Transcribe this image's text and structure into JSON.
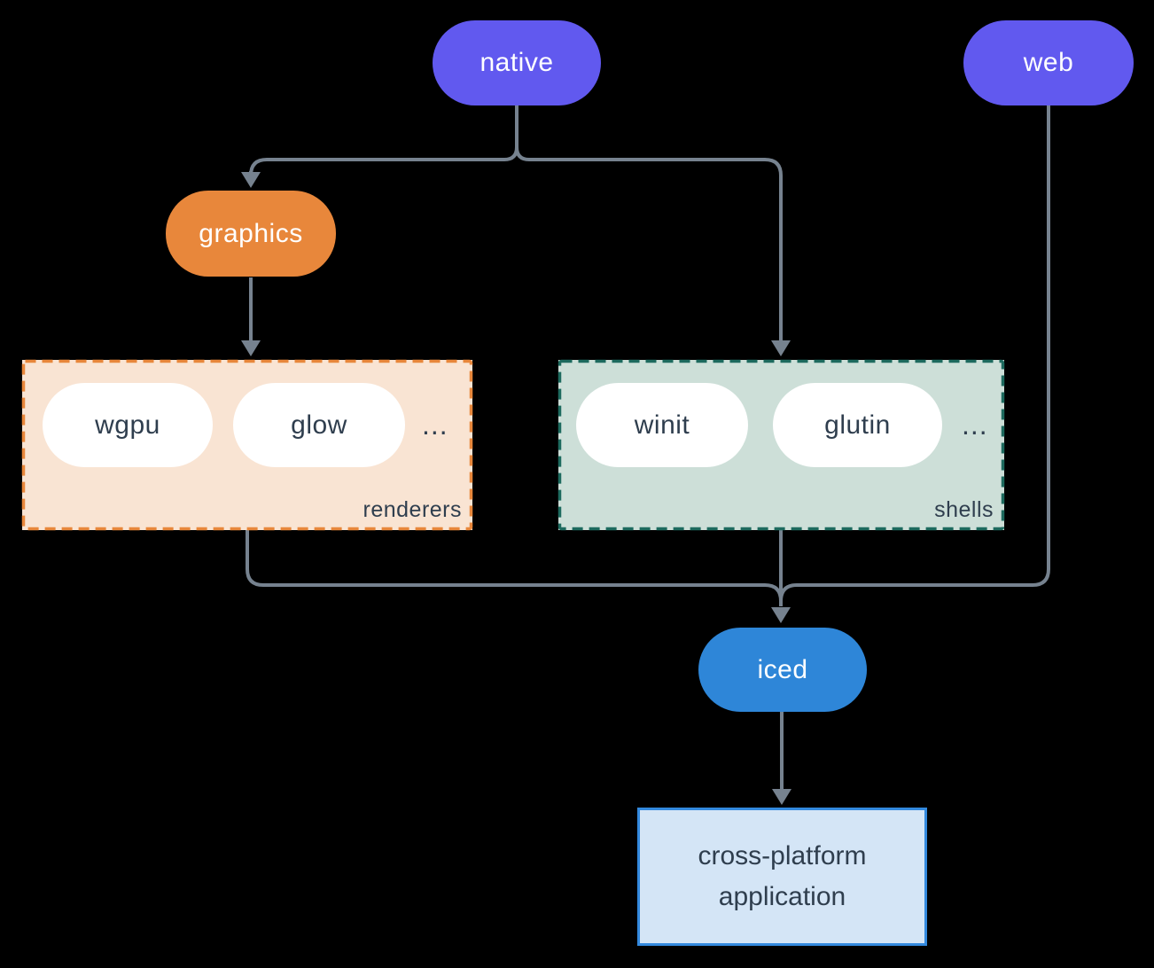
{
  "diagram": {
    "nodes": {
      "native": {
        "label": "native"
      },
      "web": {
        "label": "web"
      },
      "graphics": {
        "label": "graphics"
      },
      "iced": {
        "label": "iced"
      },
      "application": {
        "line1": "cross-platform",
        "line2": "application"
      }
    },
    "groups": {
      "renderers": {
        "label": "renderers",
        "items": [
          "wgpu",
          "glow"
        ],
        "ellipsis": "..."
      },
      "shells": {
        "label": "shells",
        "items": [
          "winit",
          "glutin"
        ],
        "ellipsis": "..."
      }
    },
    "colors": {
      "background": "#000000",
      "edge": "#76828F",
      "node_purple": "#6159EF",
      "node_orange": "#E8873B",
      "node_blue": "#2E86D8",
      "node_text": "#FFFFFF",
      "dark_text": "#2F3E4E",
      "renderers_fill": "#F9E4D3",
      "renderers_border": "#E8873B",
      "shells_fill": "#CDDFD8",
      "shells_border": "#1D6A5E",
      "application_fill": "#D4E5F6",
      "application_border": "#3389DE"
    }
  }
}
